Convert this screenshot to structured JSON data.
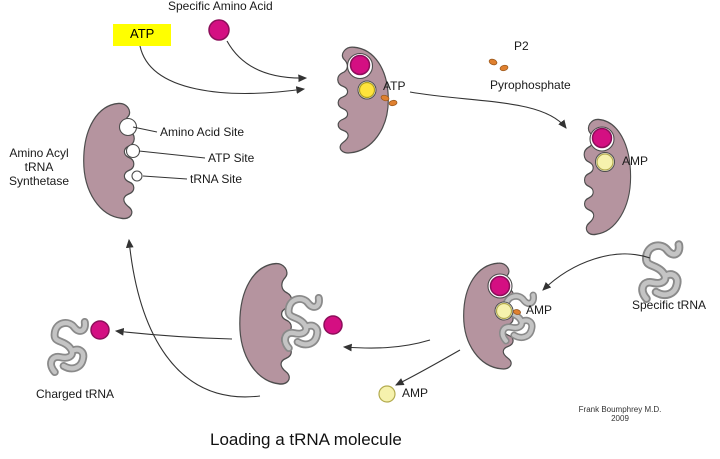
{
  "title": "Loading a tRNA molecule",
  "credit": {
    "name": "Frank Boumphrey M.D.",
    "year": "2009"
  },
  "labels": {
    "specific_amino_acid": "Specific Amino Acid",
    "atp_box": "ATP",
    "atp": "ATP",
    "p2": "P2",
    "pyrophosphate": "Pyrophosphate",
    "amp_bound": "AMP",
    "amp_complex": "AMP",
    "amp_released": "AMP",
    "site_amino_acid": "Amino Acid Site",
    "site_atp": "ATP Site",
    "site_trna": "tRNA Site",
    "enzyme_line1": "Amino Acyl",
    "enzyme_line2": "tRNA",
    "enzyme_line3": "Synthetase",
    "specific_trna": "Specific tRNA",
    "charged_trna": "Charged tRNA"
  },
  "colors": {
    "enzyme": "#b5949f",
    "enzyme_outline": "#4d4d4d",
    "amino_acid": "#d40f82",
    "atp_molecule": "#ffe43c",
    "amp_molecule": "#f6f2ad",
    "phosphate": "#e0802f",
    "atp_highlight": "#ffff00",
    "trna": "#b9b9b9"
  }
}
